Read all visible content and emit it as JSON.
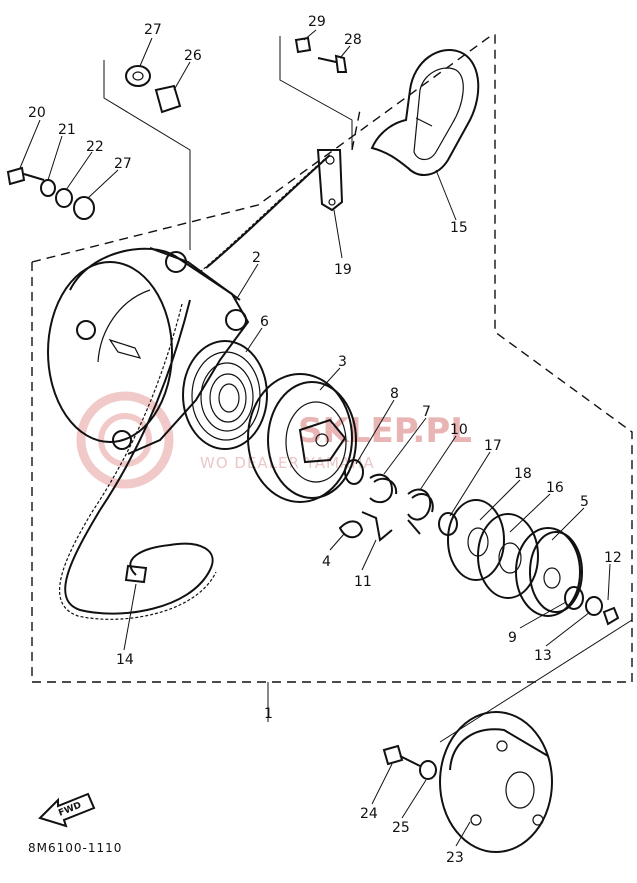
{
  "diagram": {
    "drawing_code": "8M6100-1110",
    "fwd_label": "FWD",
    "assembly_ref": "1",
    "watermark": {
      "title": "SKLEP.PL",
      "subtitle": "WO  DEALER YAMAHA"
    },
    "callouts": [
      {
        "id": "2"
      },
      {
        "id": "3"
      },
      {
        "id": "4"
      },
      {
        "id": "5"
      },
      {
        "id": "6"
      },
      {
        "id": "7"
      },
      {
        "id": "8"
      },
      {
        "id": "9"
      },
      {
        "id": "10"
      },
      {
        "id": "11"
      },
      {
        "id": "12"
      },
      {
        "id": "13"
      },
      {
        "id": "14"
      },
      {
        "id": "15"
      },
      {
        "id": "16"
      },
      {
        "id": "17"
      },
      {
        "id": "18"
      },
      {
        "id": "19"
      },
      {
        "id": "20"
      },
      {
        "id": "21"
      },
      {
        "id": "22"
      },
      {
        "id": "23"
      },
      {
        "id": "24"
      },
      {
        "id": "25"
      },
      {
        "id": "26"
      },
      {
        "id": "27"
      },
      {
        "id": "27b"
      },
      {
        "id": "28"
      },
      {
        "id": "29"
      }
    ],
    "labels": {
      "p2": "2",
      "p3": "3",
      "p4": "4",
      "p5": "5",
      "p6": "6",
      "p7": "7",
      "p8": "8",
      "p9": "9",
      "p10": "10",
      "p11": "11",
      "p12": "12",
      "p13": "13",
      "p14": "14",
      "p15": "15",
      "p16": "16",
      "p17": "17",
      "p18": "18",
      "p19": "19",
      "p20": "20",
      "p21": "21",
      "p22": "22",
      "p23": "23",
      "p24": "24",
      "p25": "25",
      "p26": "26",
      "p27": "27",
      "p27b": "27",
      "p28": "28",
      "p29": "29"
    }
  }
}
